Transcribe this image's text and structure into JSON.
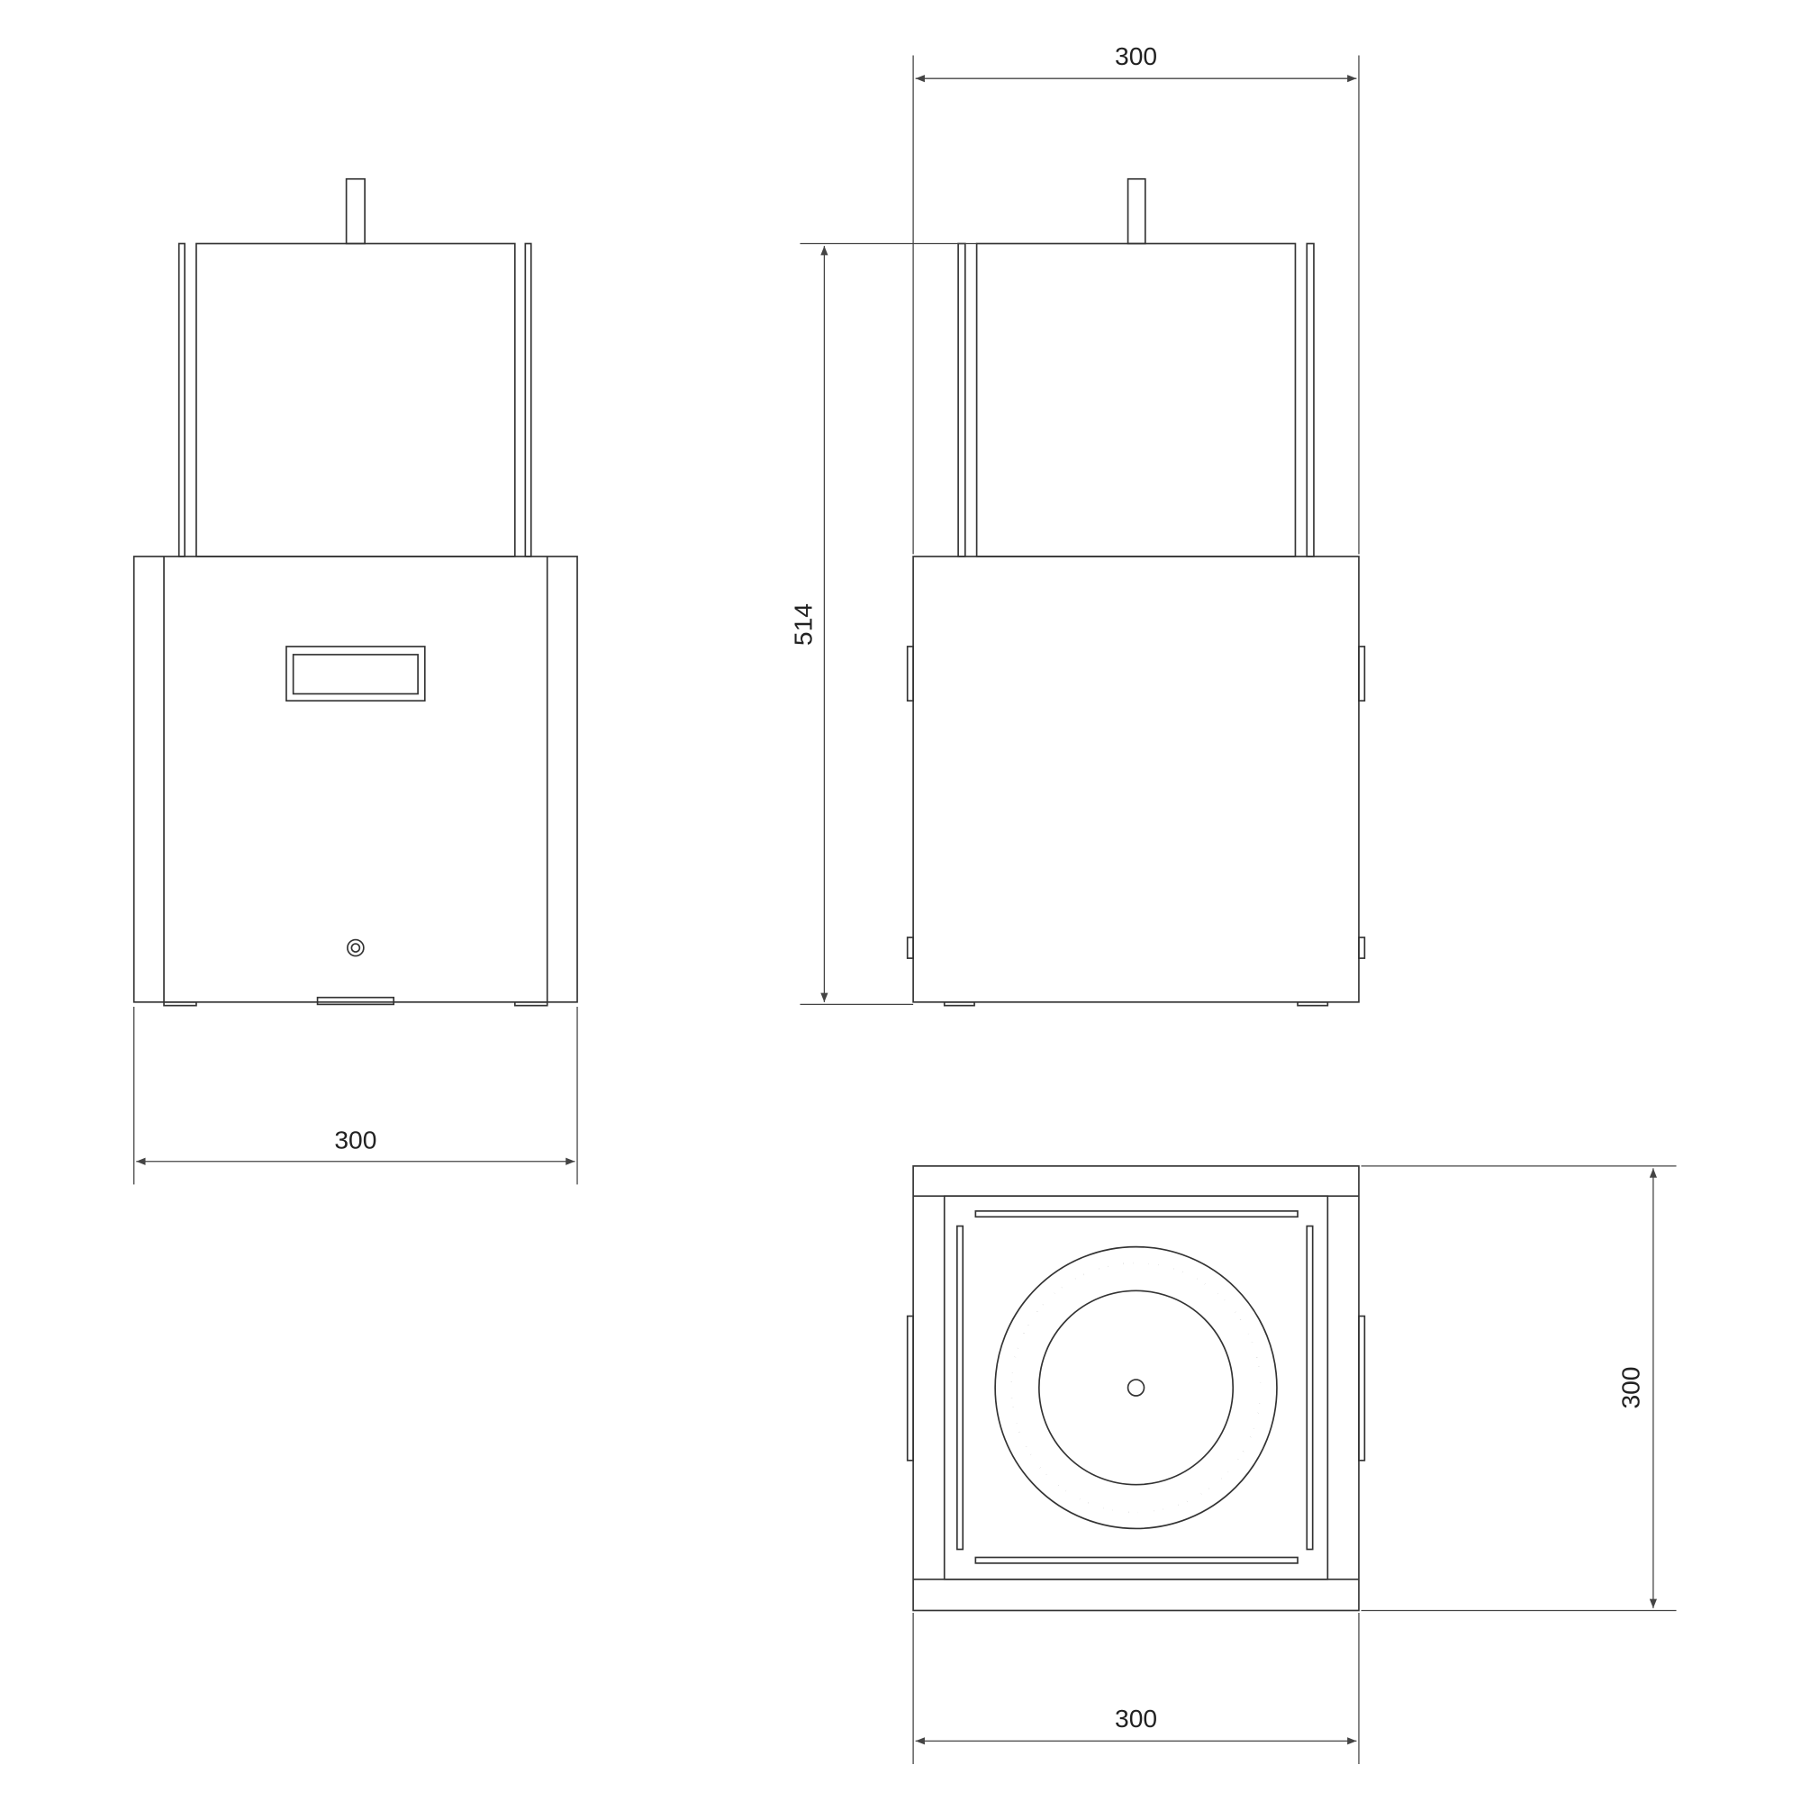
{
  "views": {
    "front": {
      "width_label": "300"
    },
    "side": {
      "width_label": "300",
      "height_label": "514"
    },
    "top": {
      "width_label": "300",
      "depth_label": "300"
    }
  },
  "colors": {
    "line": "#333333",
    "background": "#ffffff"
  }
}
